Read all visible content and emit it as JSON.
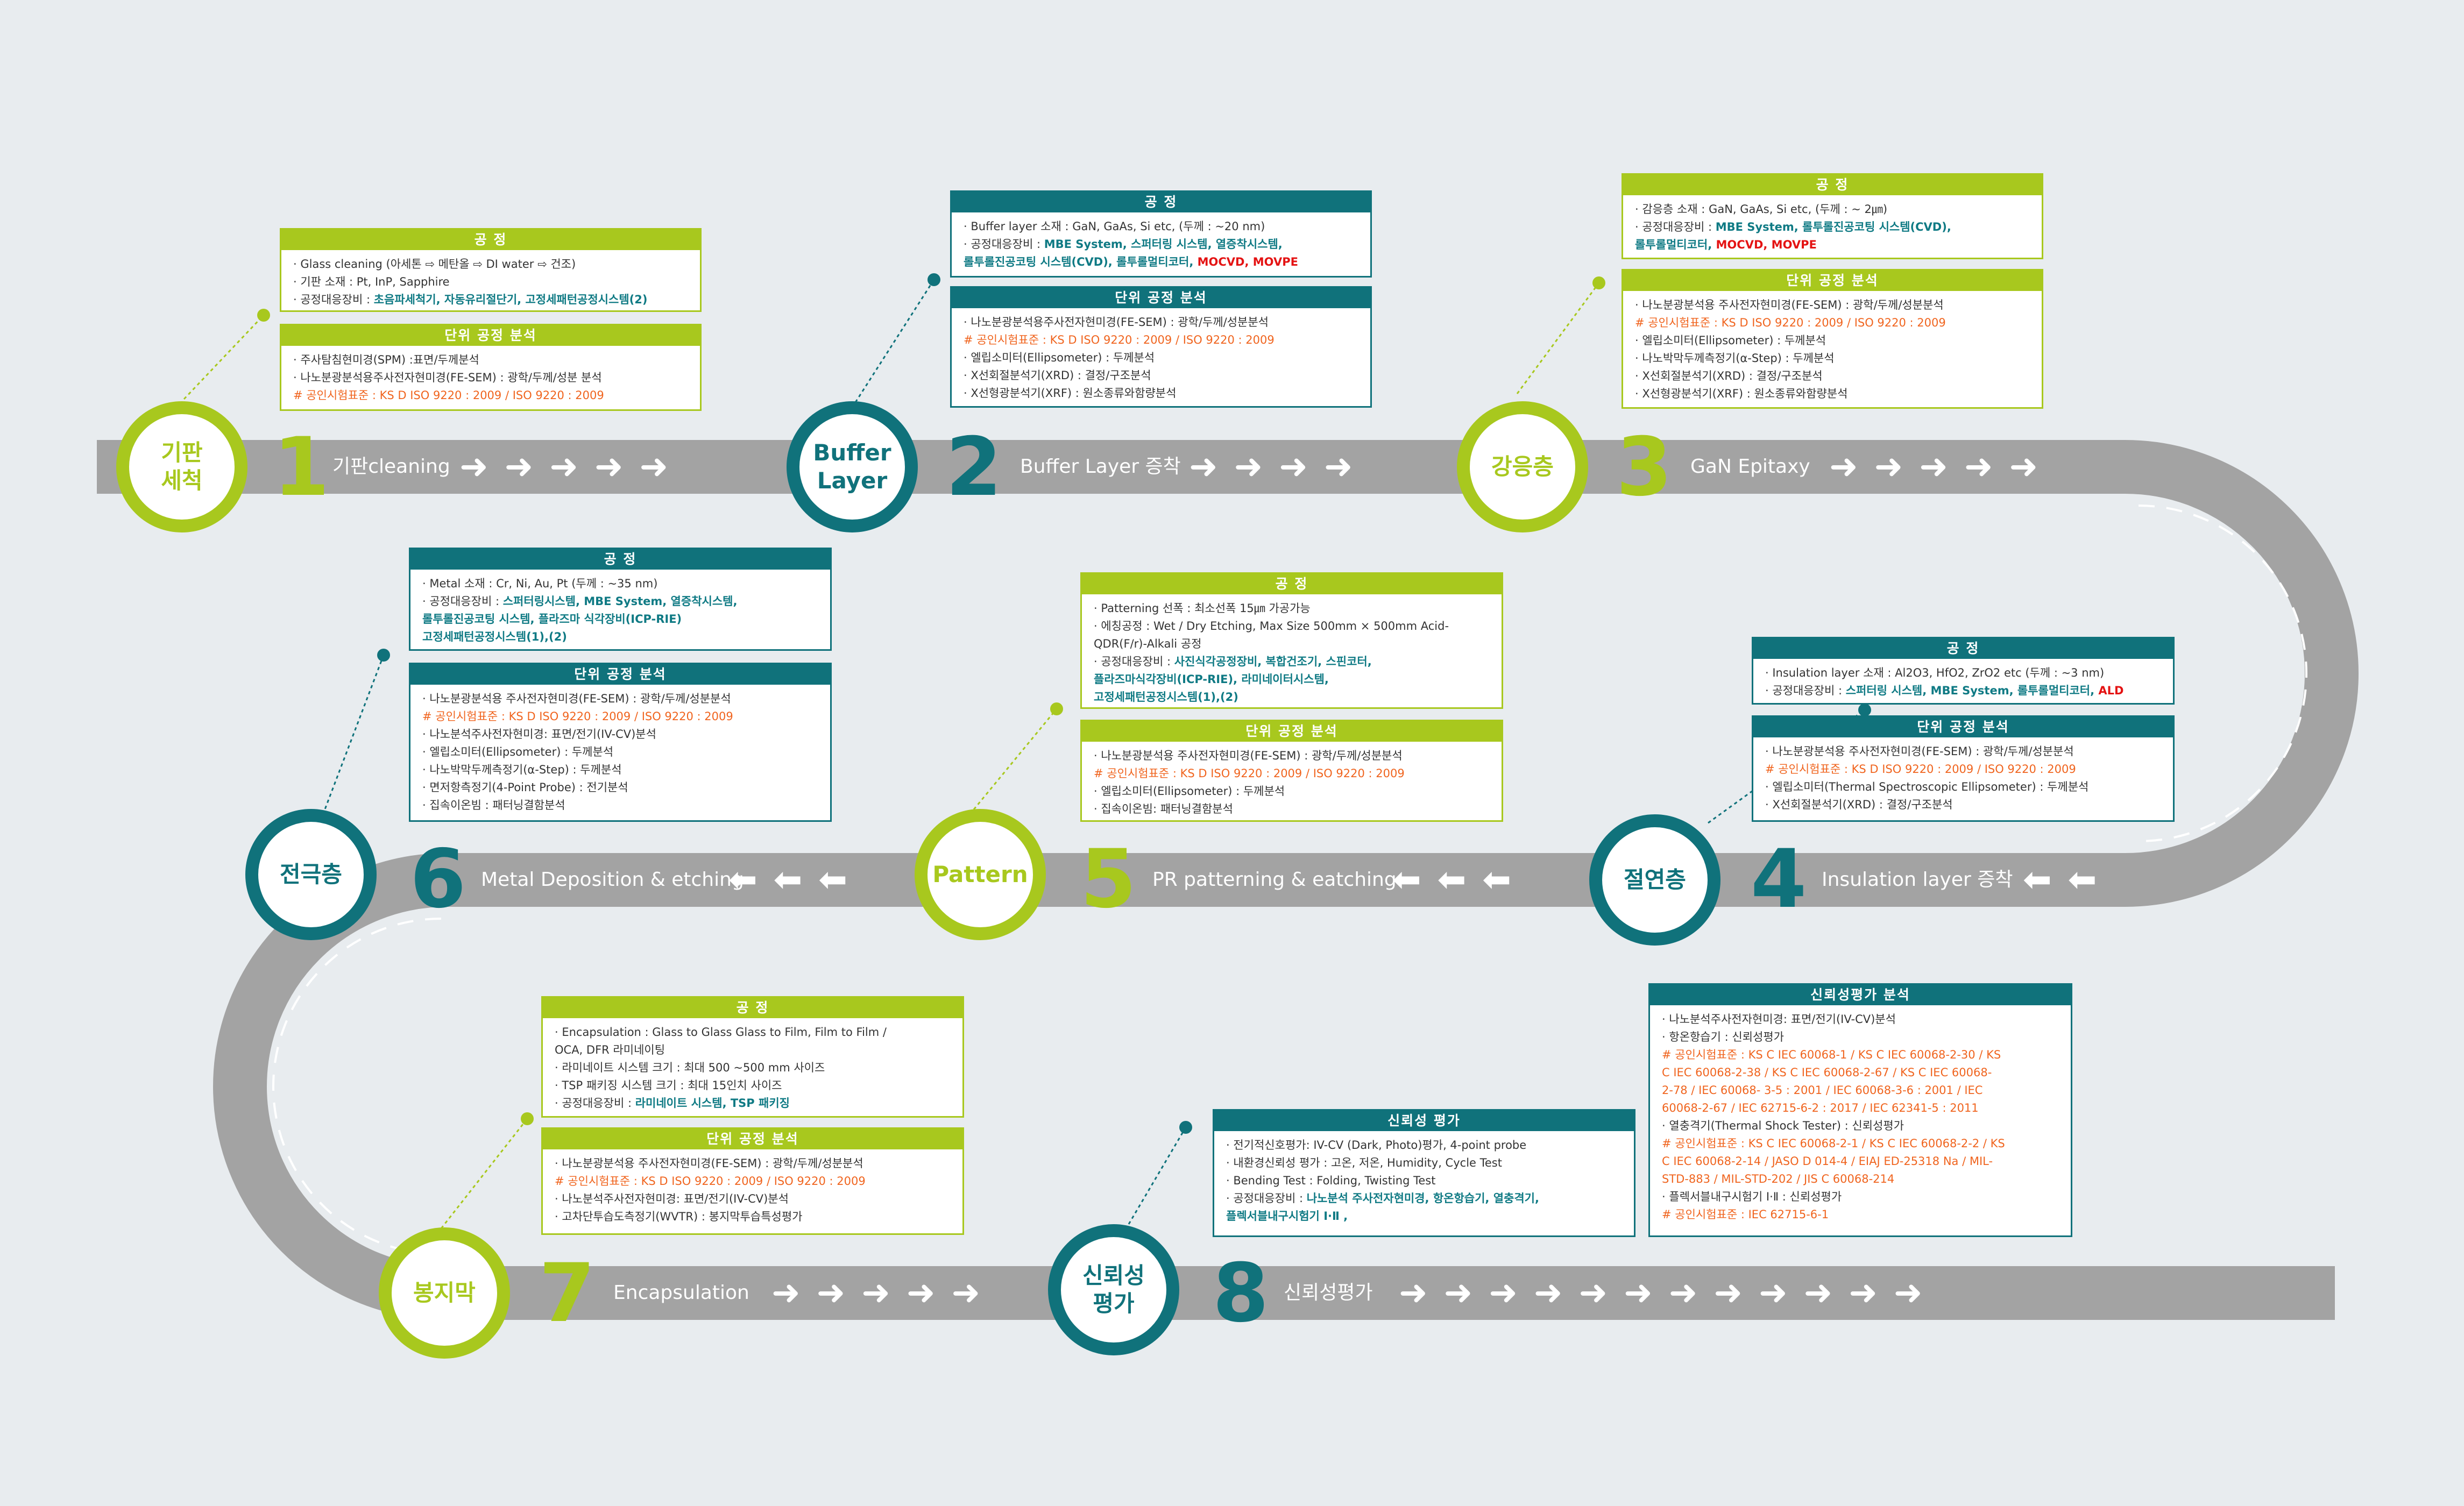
{
  "steps": [
    {
      "title": "기판\n세척",
      "num": "1",
      "label": "기판cleaning"
    },
    {
      "title": "Buffer\nLayer",
      "num": "2",
      "label": "Buffer Layer 증착"
    },
    {
      "title": "강응층",
      "num": "3",
      "label": "GaN Epitaxy"
    },
    {
      "title": "절연층",
      "num": "4",
      "label": "Insulation layer 증착"
    },
    {
      "title": "Pattern",
      "num": "5",
      "label": "PR patterning & eatching"
    },
    {
      "title": "전극층",
      "num": "6",
      "label": "Metal Deposition & etching"
    },
    {
      "title": "봉지막",
      "num": "7",
      "label": "Encapsulation"
    },
    {
      "title": "신뢰성\n평가",
      "num": "8",
      "label": "신뢰성평가"
    }
  ],
  "arrow_right": "➜",
  "arrow_left": "⬅",
  "cards": [
    {
      "header": "공 정",
      "lines": [
        {
          "text": "· Glass cleaning (아세톤 ⇨ 메탄올 ⇨ DI water ⇨ 건조)"
        },
        {
          "text": "· 기판 소재 : Pt, InP, Sapphire"
        },
        {
          "text": "· 공정대응장비 : ",
          "b": "초음파세척기, 자동유리절단기, 고정세패턴공정시스템(2)"
        }
      ]
    },
    {
      "header": "단위 공정 분석",
      "lines": [
        {
          "text": "· 주사탐침현미경(SPM) :표면/두께분석"
        },
        {
          "text": "· 나노분광분석용주사전자현미경(FE-SEM) : 광학/두께/성분 분석"
        },
        {
          "o": "# 공인시험표준 : KS D ISO 9220 : 2009 / ISO 9220 : 2009"
        }
      ]
    },
    {
      "header": "공 정",
      "lines": [
        {
          "text": "· Buffer layer 소재 : GaN, GaAs, Si etc, (두께 : ~20 nm)"
        },
        {
          "text": "· 공정대응장비 : ",
          "b": "MBE System, 스퍼터링 시스템, 열증착시스템,"
        },
        {
          "b": "  롤투롤진공코팅 시스템(CVD), 롤투롤멀티코터, ",
          "r": "MOCVD, MOVPE"
        }
      ]
    },
    {
      "header": "단위 공정 분석",
      "lines": [
        {
          "text": "· 나노분광분석용주사전자현미경(FE-SEM) : 광학/두께/성분분석"
        },
        {
          "o": "  # 공인시험표준 : KS D ISO 9220 : 2009 / ISO 9220 : 2009"
        },
        {
          "text": "· 엘립소미터(Ellipsometer) : 두께분석"
        },
        {
          "text": "·  X선회절분석기(XRD) : 결정/구조분석"
        },
        {
          "text": "·  X선형광분석기(XRF) : 원소종류와함량분석"
        }
      ]
    },
    {
      "header": "공 정",
      "lines": [
        {
          "text": "· 감응층 소재 : GaN, GaAs, Si etc, (두께 : ~ 2㎛)"
        },
        {
          "text": "·  공정대응장비 : ",
          "b": "MBE System, 롤투롤진공코팅 시스템(CVD),"
        },
        {
          "b": "롤투롤멀티코터, ",
          "r": "MOCVD, MOVPE"
        }
      ]
    },
    {
      "header": "단위 공정 분석",
      "lines": [
        {
          "text": "· 나노분광분석용 주사전자현미경(FE-SEM) : 광학/두께/성분분석"
        },
        {
          "o": "# 공인시험표준 : KS D ISO 9220 : 2009 / ISO 9220 : 2009"
        },
        {
          "text": "· 엘립소미터(Ellipsometer) : 두께분석"
        },
        {
          "text": "· 나노박막두께측정기(α-Step) : 두께분석"
        },
        {
          "text": "·  X선회절분석기(XRD) : 결정/구조분석"
        },
        {
          "text": "·  X선형광분석기(XRF) : 원소종류와함량분석"
        }
      ]
    },
    {
      "header": "공 정",
      "lines": [
        {
          "text": "· Metal 소재 : Cr, Ni, Au, Pt (두께 : ~35 nm)"
        },
        {
          "text": "· 공정대응장비 : ",
          "b": "스퍼터링시스템, MBE System, 열증착시스템,"
        },
        {
          "b": "  롤투롤진공코팅 시스템, 플라즈마 식각장비(ICP-RIE)"
        },
        {
          "b": "  고정세패턴공정시스템(1),(2)"
        }
      ]
    },
    {
      "header": "단위 공정 분석",
      "lines": [
        {
          "text": "· 나노분광분석용 주사전자현미경(FE-SEM) : 광학/두께/성분분석"
        },
        {
          "o": "  # 공인시험표준 : KS D ISO 9220 : 2009 / ISO 9220 : 2009"
        },
        {
          "text": "· 나노분석주사전자현미경: 표면/전기(IV-CV)분석"
        },
        {
          "text": "· 엘립소미터(Ellipsometer) : 두께분석"
        },
        {
          "text": "· 나노박막두께측정기(α-Step) : 두께분석"
        },
        {
          "text": "· 면저항측정기(4-Point Probe) : 전기분석"
        },
        {
          "text": "· 집속이온빔 : 패터닝결함분석"
        }
      ]
    },
    {
      "header": "공 정",
      "lines": [
        {
          "text": "·  Patterning 선폭 : 최소선폭 15㎛ 가공가능"
        },
        {
          "text": "· 에칭공정 : Wet / Dry Etching, Max Size 500mm × 500mm Acid-"
        },
        {
          "text": "  QDR(F/r)-Alkali 공정"
        },
        {
          "text": "· 공정대응장비 : ",
          "b": "사진식각공정장비, 복합건조기, 스핀코터,"
        },
        {
          "b": "  플라즈마식각장비(ICP-RIE), 라미네이터시스템,"
        },
        {
          "b": "  고정세패턴공정시스템(1),(2)"
        }
      ]
    },
    {
      "header": "단위 공정 분석",
      "lines": [
        {
          "text": "· 나노분광분석용 주사전자현미경(FE-SEM) : 광학/두께/성분분석"
        },
        {
          "o": "  # 공인시험표준 : KS D ISO 9220 : 2009 / ISO 9220 : 2009"
        },
        {
          "text": "· 엘립소미터(Ellipsometer) : 두께분석"
        },
        {
          "text": "· 집속이온빔: 패터닝결함분석"
        }
      ]
    },
    {
      "header": "공 정",
      "lines": [
        {
          "text": "· Insulation layer 소재 : Al2O3, HfO2, ZrO2 etc (두께 : ~3 nm)"
        },
        {
          "text": "· 공정대응장비 : ",
          "b": "스퍼터링 시스템, MBE System, 롤투롤멀티코터, ",
          "r": "ALD"
        }
      ]
    },
    {
      "header": "단위 공정 분석",
      "lines": [
        {
          "text": "· 나노분광분석용 주사전자현미경(FE-SEM) : 광학/두께/성분분석"
        },
        {
          "o": "  # 공인시험표준 : KS D ISO 9220 : 2009 / ISO 9220 : 2009"
        },
        {
          "text": "· 엘립소미터(Thermal Spectroscopic Ellipsometer) : 두께분석"
        },
        {
          "text": "· X선회절분석기(XRD) : 결정/구조분석"
        }
      ]
    },
    {
      "header": "공 정",
      "lines": [
        {
          "text": "· Encapsulation : Glass to Glass Glass to Film, Film to Film /"
        },
        {
          "text": "  OCA, DFR 라미네이팅"
        },
        {
          "text": "·  라미네이트 시스템 크기 : 최대 500 ~500 mm 사이즈"
        },
        {
          "text": "·  TSP 패키징 시스템 크기 : 최대 15인치 사이즈"
        },
        {
          "text": "·  공정대응장비 : ",
          "b": "라미네이트 시스템, TSP 패키징"
        }
      ]
    },
    {
      "header": "단위 공정 분석",
      "lines": [
        {
          "text": "· 나노분광분석용 주사전자현미경(FE-SEM) : 광학/두께/성분분석"
        },
        {
          "o": "  # 공인시험표준 : KS D ISO 9220 : 2009 / ISO 9220 : 2009"
        },
        {
          "text": "· 나노분석주사전자현미경: 표면/전기(IV-CV)분석"
        },
        {
          "text": "· 고차단투습도측정기(WVTR) : 봉지막투습특성평가"
        }
      ]
    },
    {
      "header": "신뢰성 평가",
      "lines": [
        {
          "text": "· 전기적신호평가: IV-CV (Dark, Photo)평가, 4-point probe"
        },
        {
          "text": "· 내환경신뢰성 평가 : 고온, 저온, Humidity, Cycle Test"
        },
        {
          "text": "·  Bending Test : Folding, Twisting Test"
        },
        {
          "text": "· 공정대응장비 : ",
          "b": "나노분석 주사전자현미경, 항온항습기, 열충격기,"
        },
        {
          "b": "  플렉서블내구시험기  Ⅰ·Ⅱ ,"
        }
      ]
    },
    {
      "header": "신뢰성평가 분석",
      "lines": [
        {
          "text": "· 나노분석주사전자현미경: 표면/전기(IV-CV)분석"
        },
        {
          "text": "· 항온항습기 : 신뢰성평가"
        },
        {
          "o": "  # 공인시험표준 : KS C IEC 60068-1 / KS C IEC 60068-2-30 / KS"
        },
        {
          "o": "    C IEC 60068-2-38 / KS C IEC 60068-2-67 / KS C IEC 60068-"
        },
        {
          "o": "    2-78 / IEC 60068- 3-5 : 2001 / IEC 60068-3-6 : 2001 / IEC"
        },
        {
          "o": "    60068-2-67 / IEC 62715-6-2 : 2017 / IEC 62341-5 : 2011"
        },
        {
          "text": "· 열충격기(Thermal Shock Tester) : 신뢰성평가"
        },
        {
          "o": "  # 공인시험표준 : KS C IEC 60068-2-1 / KS C IEC 60068-2-2 / KS"
        },
        {
          "o": "    C IEC 60068-2-14 / JASO D 014-4 / EIAJ ED-25318 Na / MIL-"
        },
        {
          "o": "    STD-883 / MIL-STD-202 / JIS C 60068-214"
        },
        {
          "text": "· 플렉서블내구시험기 Ⅰ·Ⅱ : 신뢰성평가"
        },
        {
          "o": "  # 공인시험표준 : IEC 62715-6-1"
        }
      ]
    }
  ]
}
